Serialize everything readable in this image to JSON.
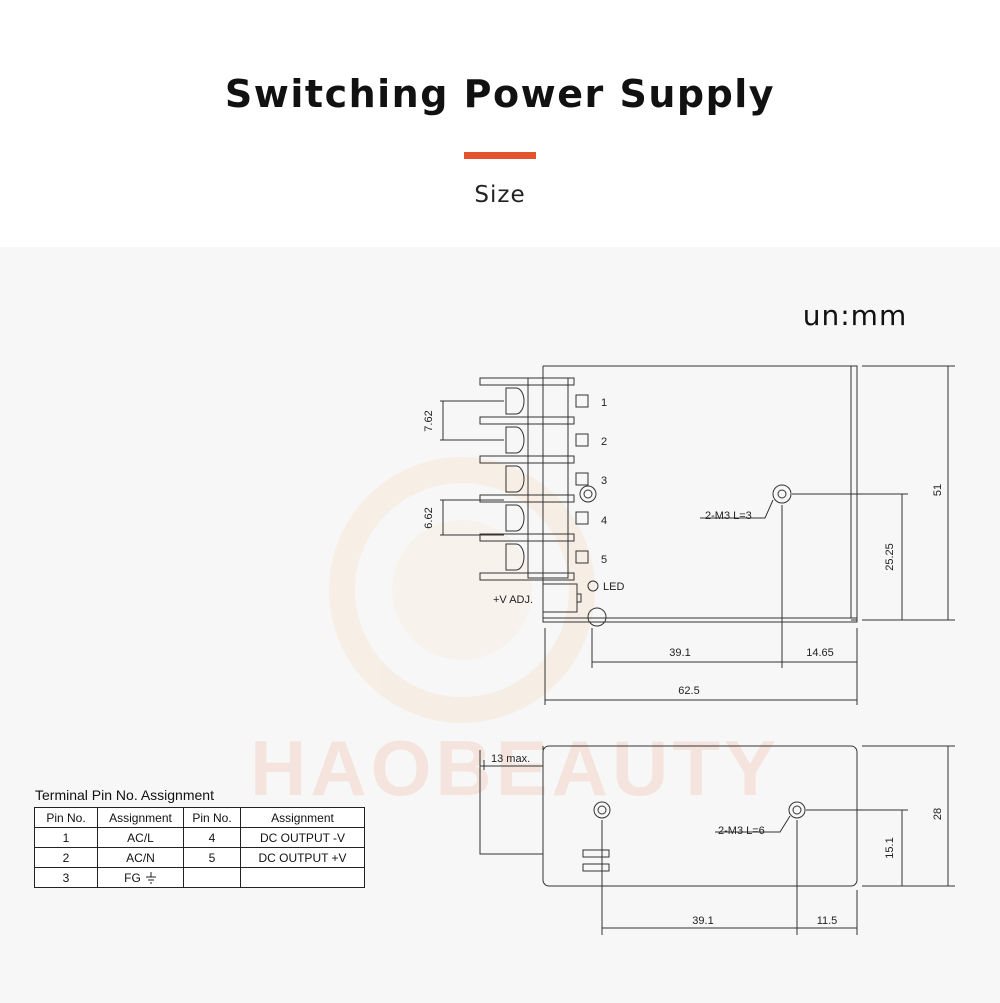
{
  "header": {
    "title": "Switching Power Supply",
    "subtitle": "Size",
    "accent_color": "#e2532e"
  },
  "unit_label": "un:mm",
  "watermark": {
    "text": "HAOBEAUTY",
    "kind": "logo"
  },
  "top_view": {
    "pins": [
      "1",
      "2",
      "3",
      "4",
      "5"
    ],
    "led_label": "LED",
    "adj_label": "+V ADJ.",
    "screw_label": "2-M3 L=3",
    "dims": {
      "pitch_a": "7.62",
      "pitch_b": "6.62",
      "height": "51",
      "hole_height": "25.25",
      "hole_x": "39.1",
      "hole_edge": "14.65",
      "width": "62.5"
    }
  },
  "side_view": {
    "screw_label": "2-M3 L=6",
    "dims": {
      "terminal_max": "13 max.",
      "height": "28",
      "hole_height": "15.1",
      "hole_x": "39.1",
      "hole_edge": "11.5"
    }
  },
  "pin_table": {
    "caption": "Terminal Pin No.  Assignment",
    "headers": [
      "Pin No.",
      "Assignment",
      "Pin No.",
      "Assignment"
    ],
    "rows": [
      [
        "1",
        "AC/L",
        "4",
        "DC OUTPUT -V"
      ],
      [
        "2",
        "AC/N",
        "5",
        "DC OUTPUT +V"
      ],
      [
        "3",
        "FG",
        "",
        ""
      ]
    ],
    "ground_icon": "earth-ground-icon"
  }
}
